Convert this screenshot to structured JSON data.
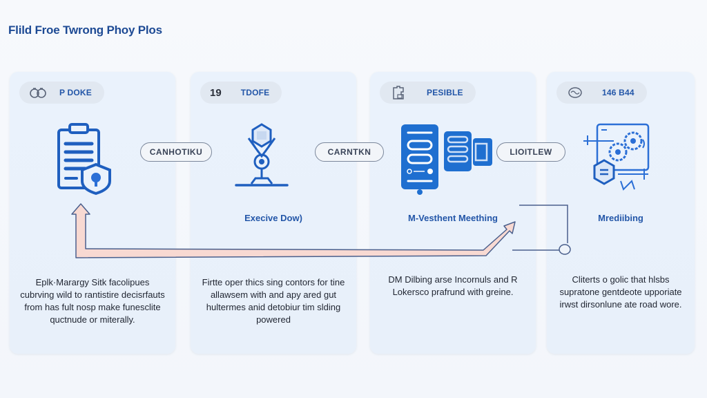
{
  "title": "Flild Froe Twrong Phoy Plos",
  "colors": {
    "accent": "#2356a8",
    "icon_blue": "#1f5fbf",
    "card_bg": "#eaf2fc",
    "arrow_fill": "#f8d9d2",
    "arrow_stroke": "#4a5f8c"
  },
  "cards": [
    {
      "badge_icon": "handcuffs-icon",
      "badge_label": "P DOKE",
      "main_icon": "clipboard-shield-icon",
      "subtitle": "",
      "description": "Eplk·Marargy Sitk facolipues cubrving wild to rantistire decisrfauts from has fult nosp make funesclite quctnude or miterally."
    },
    {
      "badge_number": "19",
      "badge_label": "TDOFE",
      "main_icon": "award-stand-icon",
      "subtitle": "Execive Dow)",
      "description": "Firtte oper thics sing contors for tine allawsem with and apy ared gut hultermes anid detobiur tim slding powered"
    },
    {
      "badge_icon": "puzzle-icon",
      "badge_label": "PESIBLE",
      "main_icon": "server-documents-icon",
      "subtitle": "M-Vesthent Meething",
      "description": "DM Dilbing arse Incornuls and R Lokersco prafrund with greine."
    },
    {
      "badge_icon": "brain-icon",
      "badge_label": "146 B44",
      "main_icon": "gears-hexagon-icon",
      "subtitle": "Mrediibing",
      "description": "Cliterts o golic that hlsbs supratone gentdeote upporiate irwst dirsonlune ate road wore."
    }
  ],
  "connectors": [
    {
      "label": "CANHOTIKU"
    },
    {
      "label": "CARNTKN"
    },
    {
      "label": "LIOITLEW"
    }
  ]
}
